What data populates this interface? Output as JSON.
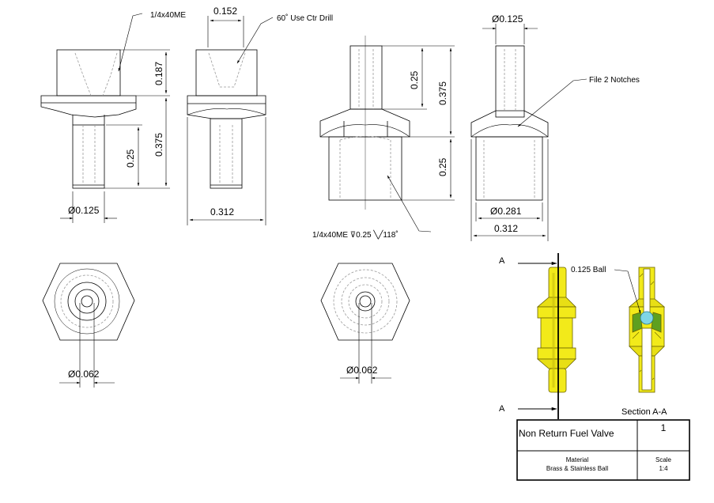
{
  "dimensions": {
    "v1_thread": "1/4x40ME",
    "v1_h_top": "0.187",
    "v1_h_stem": "0.375",
    "v1_h_shank": "0.25",
    "v1_dia": "Ø0.125",
    "v2_width_top": "0.152",
    "v2_drill": "60˚ Use Ctr Drill",
    "v2_width": "0.312",
    "v3_h_stem": "0.25",
    "v3_h_total": "0.375",
    "v3_h_body": "0.25",
    "v3_thread_note": "1/4x40ME ⊽0.25 ╲╱118˚",
    "v4_dia_top": "Ø0.125",
    "v4_notches": "File 2 Notches",
    "v4_dia_body": "Ø0.281",
    "v4_width": "0.312",
    "hex1_dia": "Ø0.062",
    "hex2_dia": "Ø0.062",
    "ball": "0.125 Ball",
    "section_mark_top": "A",
    "section_mark_bottom": "A",
    "section_label": "Section A-A"
  },
  "title_block": {
    "title": "Non Return Fuel Valve",
    "sheet": "1",
    "material_label": "Material",
    "material_value": "Brass & Stainless Ball",
    "scale_label": "Scale",
    "scale_value": "1:4"
  },
  "colors": {
    "brass": "#f2ea1a",
    "brass_dark": "#c9bf10",
    "ball": "#7fd6e6",
    "line": "#000000",
    "hidden": "#9a9a9a"
  }
}
